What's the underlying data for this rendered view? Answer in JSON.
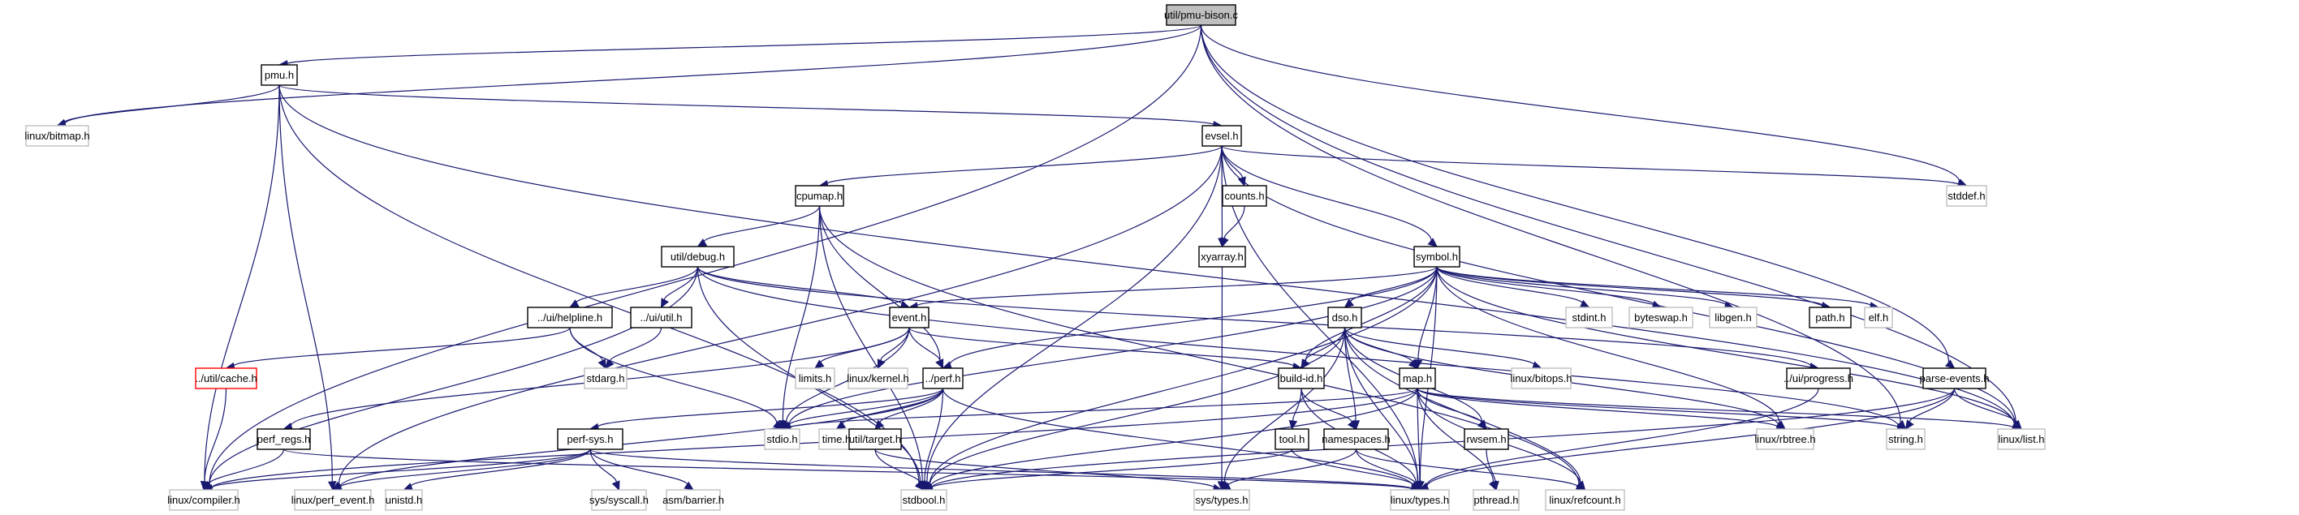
{
  "title": "util/pmu-bison.c include dependency graph",
  "colors": {
    "edge": "#191970",
    "root_fill": "#bfbfbf",
    "documented_border": "#000000",
    "external_border": "#bfbfbf",
    "missing_border": "#ff0000"
  },
  "nodes": [
    {
      "id": "pmu-bison",
      "label": "util/pmu-bison.c",
      "kind": "root"
    },
    {
      "id": "pmu",
      "label": "pmu.h",
      "kind": "documented"
    },
    {
      "id": "bitmap",
      "label": "linux/bitmap.h",
      "kind": "external"
    },
    {
      "id": "evsel",
      "label": "evsel.h",
      "kind": "documented"
    },
    {
      "id": "stddef",
      "label": "stddef.h",
      "kind": "external"
    },
    {
      "id": "cpumap",
      "label": "cpumap.h",
      "kind": "documented"
    },
    {
      "id": "counts",
      "label": "counts.h",
      "kind": "documented"
    },
    {
      "id": "xyarray",
      "label": "xyarray.h",
      "kind": "documented"
    },
    {
      "id": "symbol",
      "label": "symbol.h",
      "kind": "documented"
    },
    {
      "id": "debug",
      "label": "util/debug.h",
      "kind": "documented"
    },
    {
      "id": "helpline",
      "label": "../ui/helpline.h",
      "kind": "documented"
    },
    {
      "id": "uiutil",
      "label": "../ui/util.h",
      "kind": "documented"
    },
    {
      "id": "event",
      "label": "event.h",
      "kind": "documented"
    },
    {
      "id": "stdint",
      "label": "stdint.h",
      "kind": "external"
    },
    {
      "id": "byteswap",
      "label": "byteswap.h",
      "kind": "external"
    },
    {
      "id": "libgen",
      "label": "libgen.h",
      "kind": "external"
    },
    {
      "id": "path",
      "label": "path.h",
      "kind": "documented"
    },
    {
      "id": "elf",
      "label": "elf.h",
      "kind": "external"
    },
    {
      "id": "cache",
      "label": "../util/cache.h",
      "kind": "missing"
    },
    {
      "id": "stdarg",
      "label": "stdarg.h",
      "kind": "external"
    },
    {
      "id": "limits",
      "label": "limits.h",
      "kind": "external"
    },
    {
      "id": "kernel",
      "label": "linux/kernel.h",
      "kind": "external"
    },
    {
      "id": "perf",
      "label": "../perf.h",
      "kind": "documented"
    },
    {
      "id": "dso",
      "label": "dso.h",
      "kind": "documented"
    },
    {
      "id": "buildid",
      "label": "build-id.h",
      "kind": "documented"
    },
    {
      "id": "map",
      "label": "map.h",
      "kind": "documented"
    },
    {
      "id": "bitops",
      "label": "linux/bitops.h",
      "kind": "external"
    },
    {
      "id": "progress",
      "label": "../ui/progress.h",
      "kind": "documented"
    },
    {
      "id": "parseevents",
      "label": "parse-events.h",
      "kind": "documented"
    },
    {
      "id": "perfregs",
      "label": "perf_regs.h",
      "kind": "documented"
    },
    {
      "id": "perfsys",
      "label": "perf-sys.h",
      "kind": "documented"
    },
    {
      "id": "stdio",
      "label": "stdio.h",
      "kind": "external"
    },
    {
      "id": "time",
      "label": "time.h",
      "kind": "external"
    },
    {
      "id": "target",
      "label": "util/target.h",
      "kind": "documented"
    },
    {
      "id": "tool",
      "label": "tool.h",
      "kind": "documented"
    },
    {
      "id": "namespaces",
      "label": "namespaces.h",
      "kind": "documented"
    },
    {
      "id": "rwsem",
      "label": "rwsem.h",
      "kind": "documented"
    },
    {
      "id": "rbtree",
      "label": "linux/rbtree.h",
      "kind": "external"
    },
    {
      "id": "string",
      "label": "string.h",
      "kind": "external"
    },
    {
      "id": "list",
      "label": "linux/list.h",
      "kind": "external"
    },
    {
      "id": "compiler",
      "label": "linux/compiler.h",
      "kind": "external"
    },
    {
      "id": "perfevent",
      "label": "linux/perf_event.h",
      "kind": "external"
    },
    {
      "id": "unistd",
      "label": "unistd.h",
      "kind": "external"
    },
    {
      "id": "syscall",
      "label": "sys/syscall.h",
      "kind": "external"
    },
    {
      "id": "barrier",
      "label": "asm/barrier.h",
      "kind": "external"
    },
    {
      "id": "stdbool",
      "label": "stdbool.h",
      "kind": "external"
    },
    {
      "id": "systypes",
      "label": "sys/types.h",
      "kind": "external"
    },
    {
      "id": "linuxtypes",
      "label": "linux/types.h",
      "kind": "external"
    },
    {
      "id": "pthread",
      "label": "pthread.h",
      "kind": "external"
    },
    {
      "id": "refcount",
      "label": "linux/refcount.h",
      "kind": "external"
    }
  ],
  "edges": [
    [
      "pmu-bison",
      "pmu"
    ],
    [
      "pmu-bison",
      "bitmap"
    ],
    [
      "pmu-bison",
      "compiler"
    ],
    [
      "pmu-bison",
      "stddef"
    ],
    [
      "pmu-bison",
      "string"
    ],
    [
      "pmu-bison",
      "list"
    ],
    [
      "pmu-bison",
      "parseevents"
    ],
    [
      "pmu",
      "bitmap"
    ],
    [
      "pmu",
      "compiler"
    ],
    [
      "pmu",
      "perfevent"
    ],
    [
      "pmu",
      "stdbool"
    ],
    [
      "pmu",
      "evsel"
    ],
    [
      "pmu",
      "list"
    ],
    [
      "evsel",
      "list"
    ],
    [
      "evsel",
      "stdbool"
    ],
    [
      "evsel",
      "stddef"
    ],
    [
      "evsel",
      "perfevent"
    ],
    [
      "evsel",
      "linuxtypes"
    ],
    [
      "evsel",
      "xyarray"
    ],
    [
      "evsel",
      "symbol"
    ],
    [
      "evsel",
      "cpumap"
    ],
    [
      "evsel",
      "counts"
    ],
    [
      "cpumap",
      "stdio"
    ],
    [
      "cpumap",
      "stdbool"
    ],
    [
      "cpumap",
      "perf"
    ],
    [
      "cpumap",
      "debug"
    ],
    [
      "cpumap",
      "refcount"
    ],
    [
      "counts",
      "xyarray"
    ],
    [
      "xyarray",
      "systypes"
    ],
    [
      "debug",
      "stdbool"
    ],
    [
      "debug",
      "string"
    ],
    [
      "debug",
      "event"
    ],
    [
      "debug",
      "helpline"
    ],
    [
      "debug",
      "uiutil"
    ],
    [
      "debug",
      "progress"
    ],
    [
      "debug",
      "compiler"
    ],
    [
      "helpline",
      "stdio"
    ],
    [
      "helpline",
      "stdarg"
    ],
    [
      "helpline",
      "cache"
    ],
    [
      "uiutil",
      "stdarg"
    ],
    [
      "cache",
      "compiler"
    ],
    [
      "symbol",
      "linuxtypes"
    ],
    [
      "symbol",
      "stdbool"
    ],
    [
      "symbol",
      "stdint"
    ],
    [
      "symbol",
      "map"
    ],
    [
      "symbol",
      "perf"
    ],
    [
      "symbol",
      "rbtree"
    ],
    [
      "symbol",
      "list"
    ],
    [
      "symbol",
      "stdio"
    ],
    [
      "symbol",
      "byteswap"
    ],
    [
      "symbol",
      "libgen"
    ],
    [
      "symbol",
      "buildid"
    ],
    [
      "symbol",
      "event"
    ],
    [
      "symbol",
      "path"
    ],
    [
      "symbol",
      "elf"
    ],
    [
      "symbol",
      "dso"
    ],
    [
      "event",
      "limits"
    ],
    [
      "event",
      "stdio"
    ],
    [
      "event",
      "kernel"
    ],
    [
      "event",
      "perf"
    ],
    [
      "event",
      "buildid"
    ],
    [
      "event",
      "perfregs"
    ],
    [
      "perf",
      "time"
    ],
    [
      "perf",
      "stdbool"
    ],
    [
      "perf",
      "linuxtypes"
    ],
    [
      "perf",
      "perfevent"
    ],
    [
      "perf",
      "target"
    ],
    [
      "perf",
      "perfsys"
    ],
    [
      "perf",
      "stdio"
    ],
    [
      "target",
      "stdbool"
    ],
    [
      "target",
      "systypes"
    ],
    [
      "perfsys",
      "unistd"
    ],
    [
      "perfsys",
      "syscall"
    ],
    [
      "perfsys",
      "linuxtypes"
    ],
    [
      "perfsys",
      "compiler"
    ],
    [
      "perfsys",
      "perfevent"
    ],
    [
      "perfsys",
      "barrier"
    ],
    [
      "perfregs",
      "linuxtypes"
    ],
    [
      "perfregs",
      "compiler"
    ],
    [
      "dso",
      "linuxtypes"
    ],
    [
      "dso",
      "refcount"
    ],
    [
      "dso",
      "rbtree"
    ],
    [
      "dso",
      "systypes"
    ],
    [
      "dso",
      "stdbool"
    ],
    [
      "dso",
      "map"
    ],
    [
      "dso",
      "buildid"
    ],
    [
      "dso",
      "namespaces"
    ],
    [
      "dso",
      "bitops"
    ],
    [
      "dso",
      "rwsem"
    ],
    [
      "buildid",
      "tool"
    ],
    [
      "buildid",
      "linuxtypes"
    ],
    [
      "buildid",
      "namespaces"
    ],
    [
      "tool",
      "stdbool"
    ],
    [
      "tool",
      "linuxtypes"
    ],
    [
      "namespaces",
      "systypes"
    ],
    [
      "namespaces",
      "linuxtypes"
    ],
    [
      "namespaces",
      "refcount"
    ],
    [
      "map",
      "refcount"
    ],
    [
      "map",
      "compiler"
    ],
    [
      "map",
      "list"
    ],
    [
      "map",
      "rbtree"
    ],
    [
      "map",
      "pthread"
    ],
    [
      "map",
      "stdio"
    ],
    [
      "map",
      "string"
    ],
    [
      "map",
      "stdbool"
    ],
    [
      "map",
      "linuxtypes"
    ],
    [
      "map",
      "rwsem"
    ],
    [
      "rwsem",
      "pthread"
    ],
    [
      "progress",
      "linuxtypes"
    ],
    [
      "parseevents",
      "list"
    ],
    [
      "parseevents",
      "stdbool"
    ],
    [
      "parseevents",
      "linuxtypes"
    ],
    [
      "parseevents",
      "string"
    ]
  ]
}
